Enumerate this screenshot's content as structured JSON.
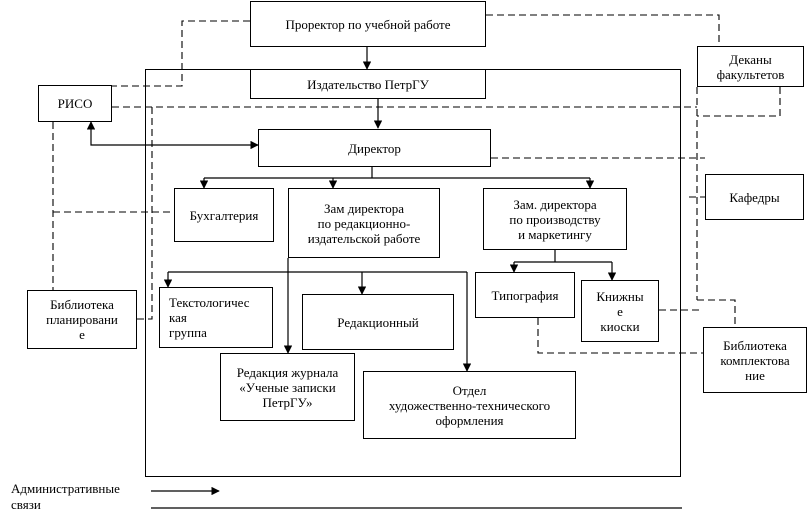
{
  "nodes": {
    "prorector": "Проректор по учебной работе",
    "publisher": "Издательство ПетрГУ",
    "riso": "РИСО",
    "deans": "Деканы\nфакультетов",
    "director": "Директор",
    "accounting": "Бухгалтерия",
    "deputy_editorial": "Зам директора\nпо редакционно-\nиздательской работе",
    "deputy_production": "Зам. директора\nпо производству\nи маркетингу",
    "departments": "Кафедры",
    "typography": "Типография",
    "bookstores": "Книжны\nе\nкиоски",
    "planning_library": "Библиотека\nпланировани\nе",
    "textology_group": "Текстологичес\nкая\nгруппа",
    "editorial": "Редакционный",
    "journal_editorial": "Редакция журнала\n«Ученые записки\nПетрГУ»",
    "art_tech_dept": "Отдел\nхудожественно-технического\nоформления",
    "acquisition_library": "Библиотека\nкомплектова\nние"
  },
  "legend": {
    "admin_links": "Административные\nсвязи"
  }
}
